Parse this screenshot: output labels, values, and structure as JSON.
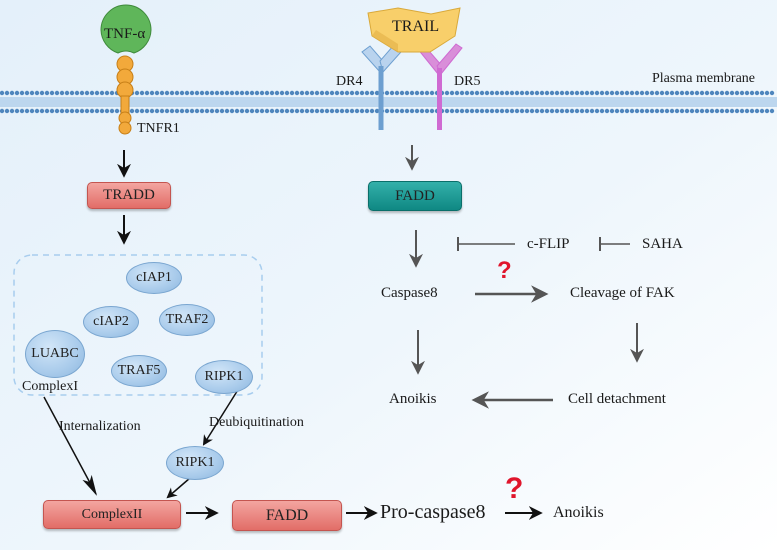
{
  "ligands": {
    "tnf": "TNF-α",
    "trail": "TRAIL"
  },
  "receptors": {
    "tnfr1": "TNFR1",
    "dr4": "DR4",
    "dr5": "DR5"
  },
  "membrane": {
    "label": "Plasma membrane"
  },
  "left": {
    "tradd": "TRADD",
    "complex_members": [
      "cIAP1",
      "cIAP2",
      "TRAF2",
      "LUABC",
      "TRAF5",
      "RIPK1"
    ],
    "complex1": "ComplexI",
    "internalization": "Internalization",
    "deubiquitination": "Deubiquitination",
    "ripk1_lower": "RIPK1",
    "complex2": "ComplexII",
    "fadd": "FADD",
    "procaspase8": "Pro-caspase8",
    "anoikis": "Anoikis",
    "question": "?"
  },
  "right": {
    "fadd": "FADD",
    "cflip": "c-FLIP",
    "saha": "SAHA",
    "caspase8": "Caspase8",
    "cleavage_fak": "Cleavage of FAK",
    "anoikis": "Anoikis",
    "cell_detachment": "Cell detachment",
    "question": "?"
  },
  "colors": {
    "background": "#e9f3fb",
    "membrane": "#4f86bd",
    "tradd_box": "#e5716b",
    "fadd_teal": "#13918b",
    "complex_oval": "#a9cbeb",
    "dr4": "#6d9fd0",
    "dr5": "#cf6ad2",
    "trail": "#f8cf6a",
    "tnf": "#5fb65a",
    "tnfr1": "#f2a93b",
    "question_mark": "#e0152c",
    "arrow_grey": "#555555"
  }
}
